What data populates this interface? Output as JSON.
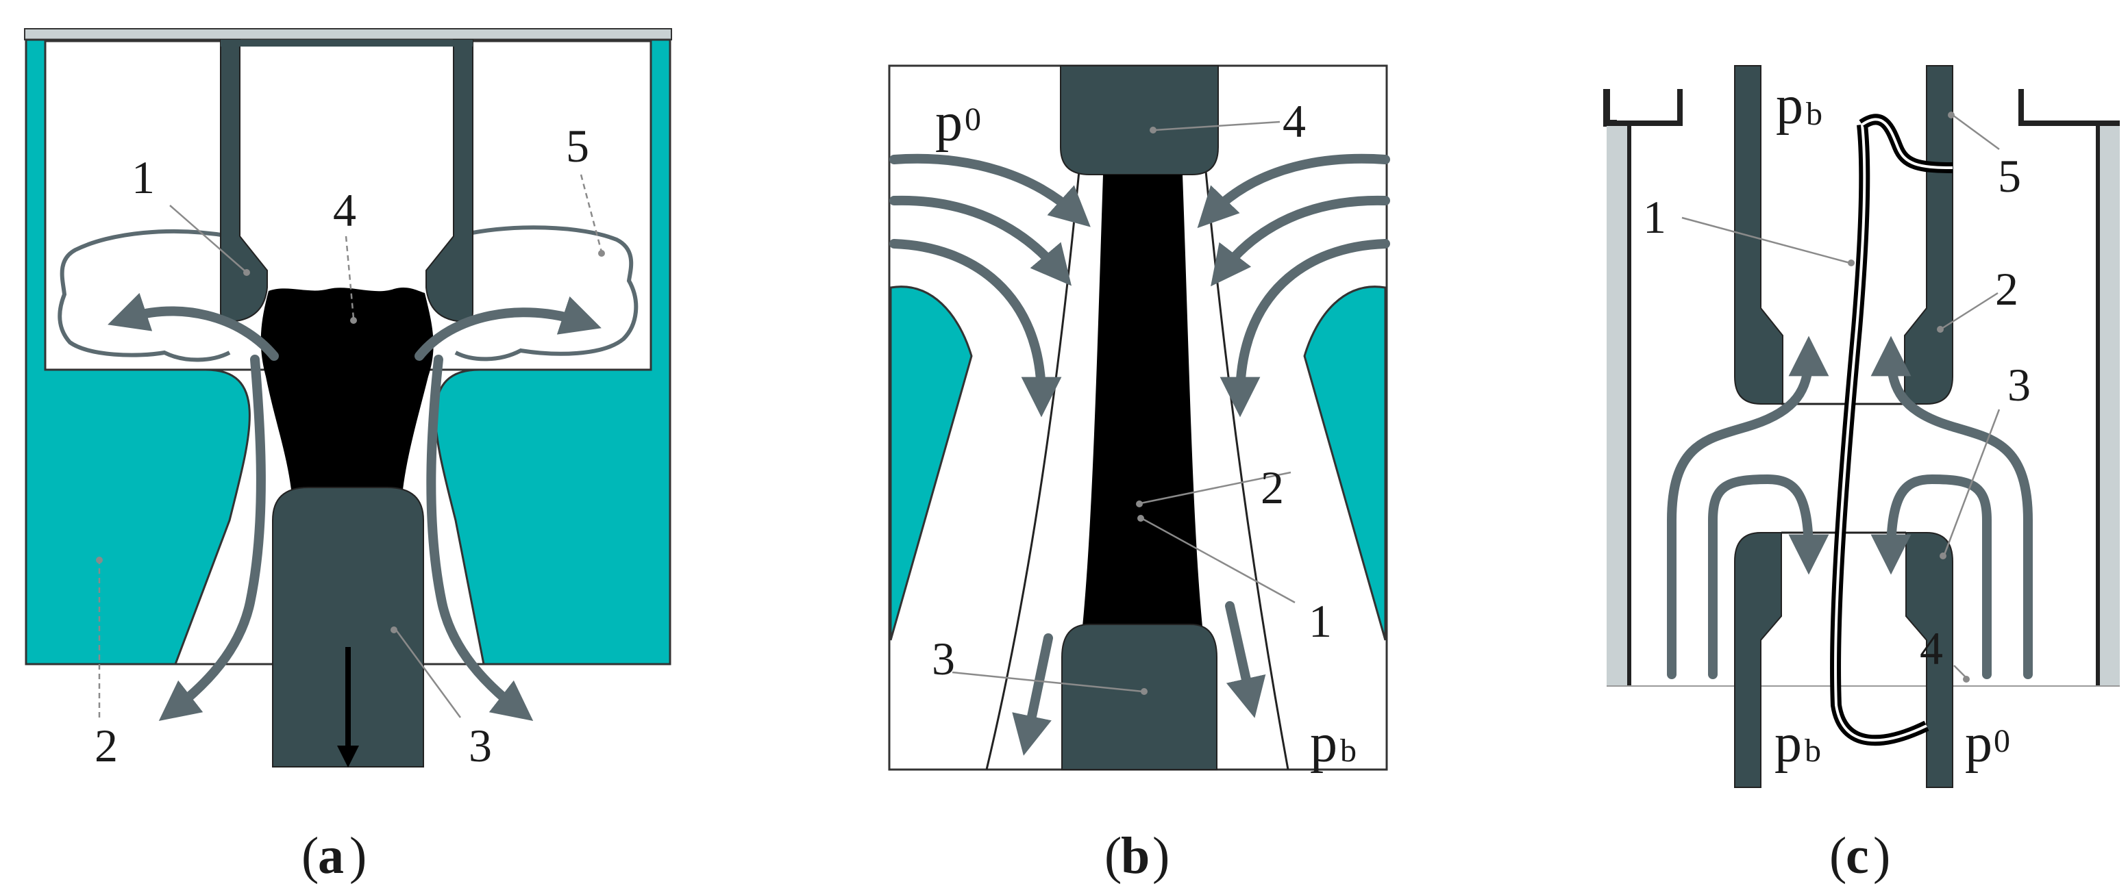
{
  "panels": {
    "a": {
      "caption_letter": "a",
      "labels": [
        "1",
        "2",
        "3",
        "4",
        "5"
      ]
    },
    "b": {
      "caption_letter": "b",
      "labels": [
        "1",
        "2",
        "3",
        "4"
      ],
      "pressure_top": {
        "symbol": "p",
        "sub": "0"
      },
      "pressure_bottom": {
        "symbol": "p",
        "sub": "b"
      }
    },
    "c": {
      "caption_letter": "c",
      "labels": [
        "1",
        "2",
        "3",
        "4",
        "5"
      ],
      "pressure_top_left": {
        "symbol": "p",
        "sub": "b"
      },
      "pressure_bottom_left": {
        "symbol": "p",
        "sub": "b"
      },
      "pressure_bottom_right": {
        "symbol": "p",
        "sub": "0"
      }
    }
  },
  "colors": {
    "teal": "#00b8b8",
    "dark_slate": "#384d51",
    "arrow_gray": "#5b6a70",
    "light_gray": "#c9d1d3",
    "black": "#000000"
  },
  "icon_names": [
    "flow-arrow-icon",
    "motion-arrow-icon"
  ]
}
